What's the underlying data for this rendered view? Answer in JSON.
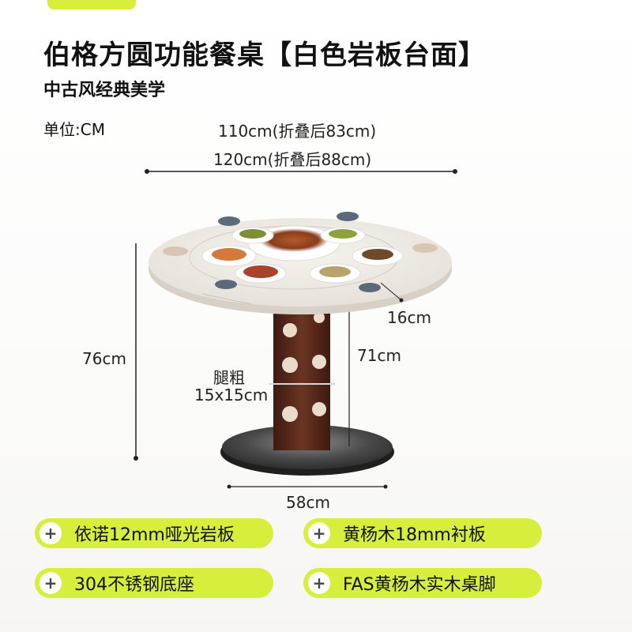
{
  "header": {
    "title": "伯格方圆功能餐桌【白色岩板台面】",
    "subtitle": "中古风经典美学",
    "unit_label": "单位:CM"
  },
  "dimensions": {
    "width_small": "110cm(折叠后83cm)",
    "width_large": "120cm(折叠后88cm)",
    "top_thickness": "16cm",
    "total_height": "76cm",
    "leg_height": "71cm",
    "leg_label": "腿粗",
    "leg_size": "15x15cm",
    "base_diameter": "58cm"
  },
  "features": [
    {
      "label": "依诺12mm哑光岩板",
      "icon": "plus-icon"
    },
    {
      "label": "黄杨木18mm衬板",
      "icon": "plus-icon"
    },
    {
      "label": "304不锈钢底座",
      "icon": "plus-icon"
    },
    {
      "label": "FAS黄杨木实木桌脚",
      "icon": "plus-icon"
    }
  ],
  "colors": {
    "accent": "#d8ee3c",
    "tabletop": "#efebe6",
    "leg": "#5a2a1c",
    "base": "#4a4a4a"
  }
}
